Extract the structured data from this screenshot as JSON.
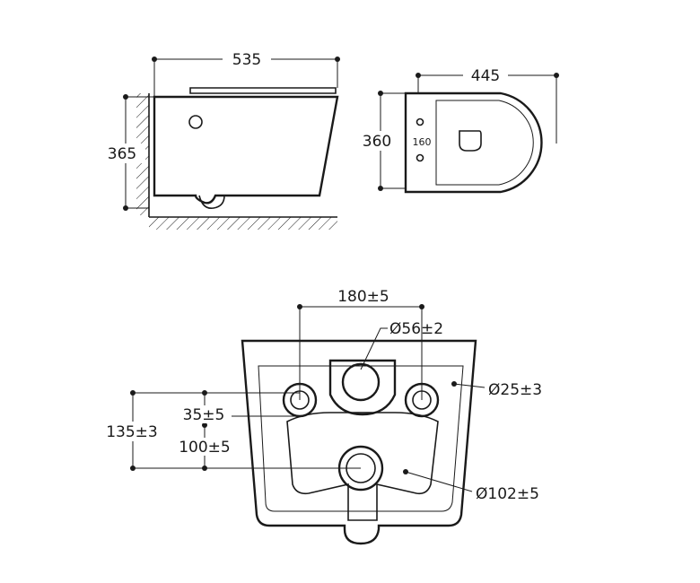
{
  "side_view": {
    "width_label": "535",
    "height_label": "365"
  },
  "top_view": {
    "width_label": "445",
    "height_label": "360",
    "bolt_spacing_label": "160"
  },
  "rear_view": {
    "bolt_spacing_label": "180±5",
    "inlet_diameter_label": "Ø56±2",
    "bolt_hole_diameter_label": "Ø25±3",
    "inlet_offset_label": "35±5",
    "total_height_label": "135±3",
    "outlet_offset_label": "100±5",
    "outlet_diameter_label": "Ø102±5"
  }
}
